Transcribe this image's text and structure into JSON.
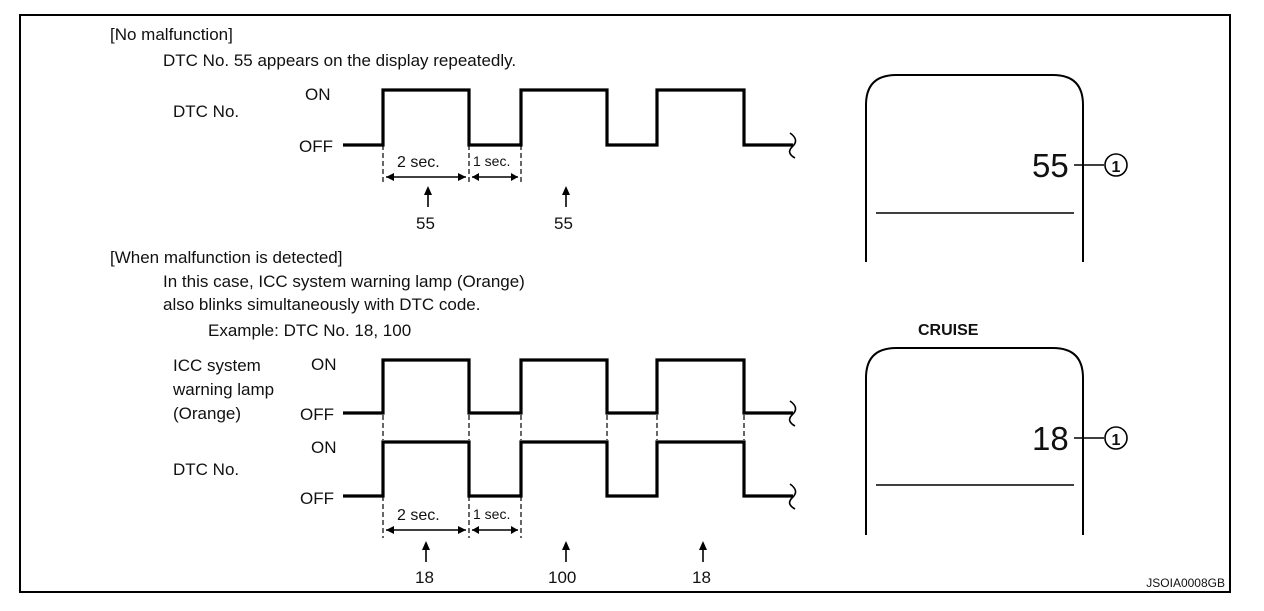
{
  "section1": {
    "heading": "[No malfunction]",
    "description": "DTC No. 55 appears on the display repeatedly.",
    "signal_label": "DTC No.",
    "on_label": "ON",
    "off_label": "OFF",
    "interval_on": "2 sec.",
    "interval_off": "1 sec.",
    "arrow_values": [
      "55",
      "55"
    ],
    "display_value": "55",
    "callout": "①"
  },
  "section2": {
    "heading": "[When malfunction is detected]",
    "line1": "In this case, ICC system warning lamp (Orange)",
    "line2": "also blinks simultaneously with DTC code.",
    "example": "Example: DTC No. 18, 100",
    "lamp_label": [
      "ICC system",
      "warning lamp",
      "(Orange)"
    ],
    "signal_label": "DTC No.",
    "on_label": "ON",
    "off_label": "OFF",
    "interval_on": "2 sec.",
    "interval_off": "1 sec.",
    "arrow_values": [
      "18",
      "100",
      "18"
    ],
    "panel_title": "CRUISE",
    "display_value": "18",
    "callout": "①"
  },
  "figure_code": "JSOIA0008GB"
}
